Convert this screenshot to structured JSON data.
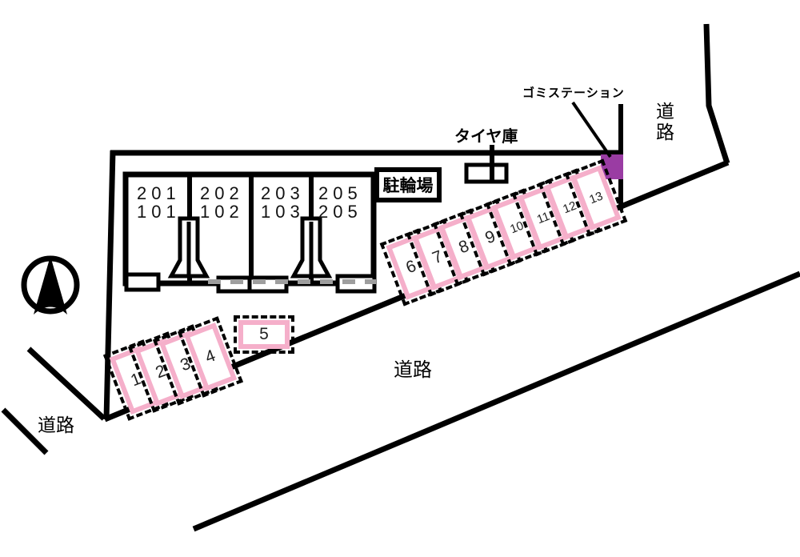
{
  "plan": {
    "kind": "site-plan",
    "labels": {
      "garbage_station": "ゴミステーション",
      "tire_storage": "タイヤ庫",
      "bicycle_parking": "駐輪場",
      "road_top_right": "道路",
      "road_middle": "道路",
      "road_bottom_left": "道路"
    },
    "building": {
      "units": [
        {
          "upper": "201",
          "lower": "101"
        },
        {
          "upper": "202",
          "lower": "102"
        },
        {
          "upper": "203",
          "lower": "103"
        },
        {
          "upper": "205",
          "lower": "205"
        }
      ]
    },
    "parking": {
      "lower_row": [
        "1",
        "2",
        "3",
        "4",
        "5"
      ],
      "upper_row": [
        "6",
        "7",
        "8",
        "9",
        "10",
        "11",
        "12",
        "13"
      ]
    },
    "compass": {
      "icon": "north-arrow"
    },
    "colors": {
      "line_black": "#000000",
      "parking_pink": "#f5afca",
      "garbage_purple": "#9a3ca3",
      "watermark_gray": "#9e9e9e"
    }
  }
}
